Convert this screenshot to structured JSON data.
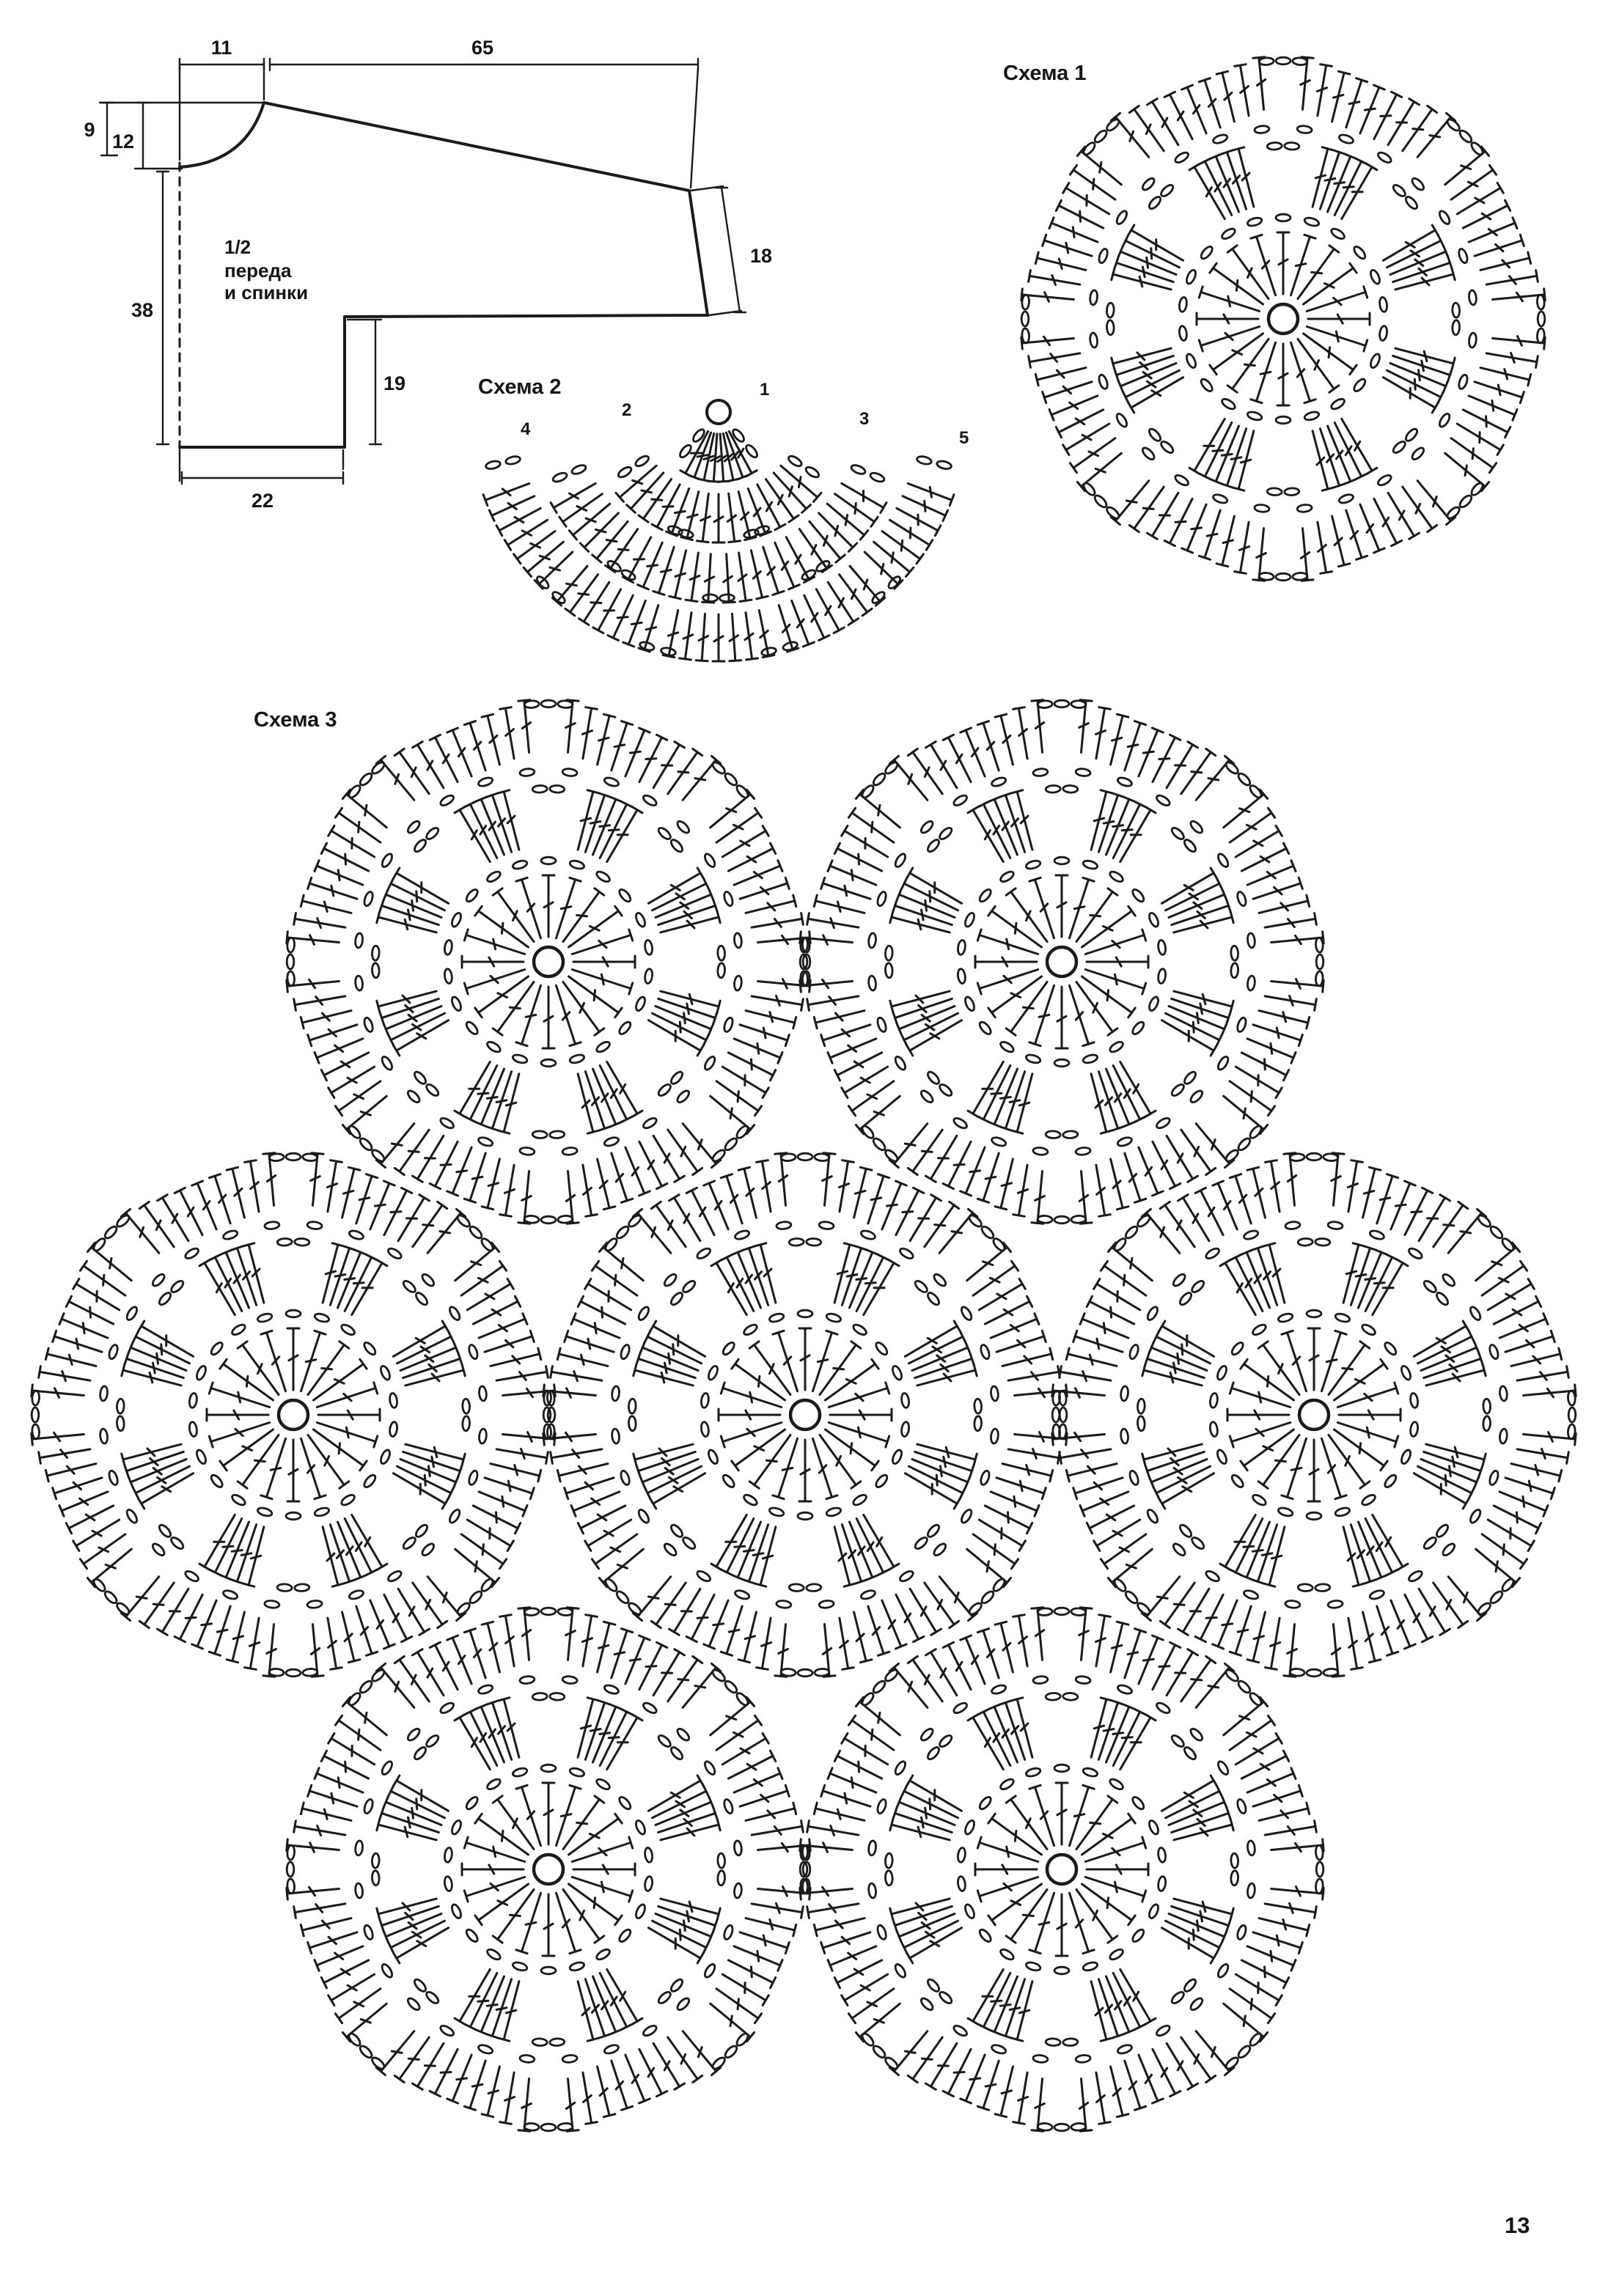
{
  "page": {
    "number": "13",
    "background_color": "#ffffff",
    "ink_color": "#1b1b1b"
  },
  "garment_diagram": {
    "label_lines": [
      "1/2",
      "переда",
      "и спинки"
    ],
    "measurements": {
      "neck_width": "11",
      "sleeve_top": "65",
      "shoulder_drop": "9",
      "neck_depth": "12",
      "body_length": "38",
      "cuff": "18",
      "side_below_sleeve": "19",
      "bottom_half_width": "22"
    }
  },
  "schemes": {
    "scheme1": {
      "label": "Схема 1"
    },
    "scheme2": {
      "label": "Схема 2",
      "row_numbers": [
        "1",
        "2",
        "3",
        "4",
        "5"
      ]
    },
    "scheme3": {
      "label": "Схема 3"
    }
  }
}
